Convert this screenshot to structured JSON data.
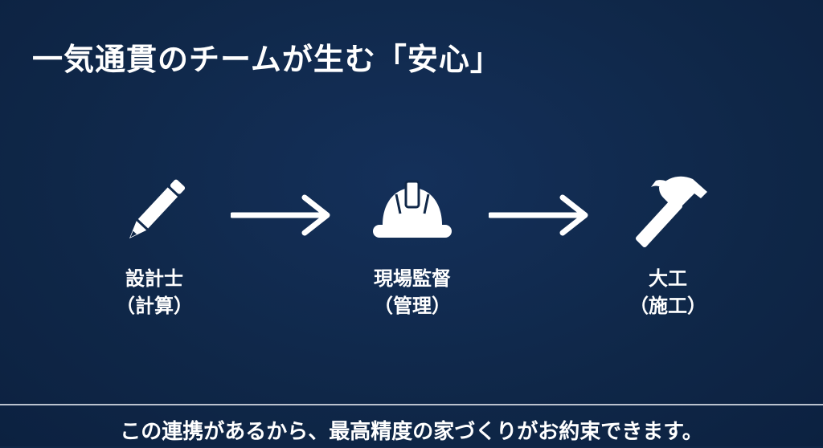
{
  "title": "一気通貫のチームが生む「安心」",
  "roles": [
    {
      "icon": "pencil-icon",
      "name": "設計士",
      "role": "（計算）"
    },
    {
      "icon": "hard-hat-icon",
      "name": "現場監督",
      "role": "（管理）"
    },
    {
      "icon": "hammer-icon",
      "name": "大工",
      "role": "（施工）"
    }
  ],
  "arrows": [
    "right-arrow-icon",
    "right-arrow-icon"
  ],
  "footer": "この連携があるから、最高精度の家づくりがお約束できます。",
  "colors": {
    "background": "#0f2748",
    "text": "#ffffff",
    "rule": "#d9dee6"
  }
}
